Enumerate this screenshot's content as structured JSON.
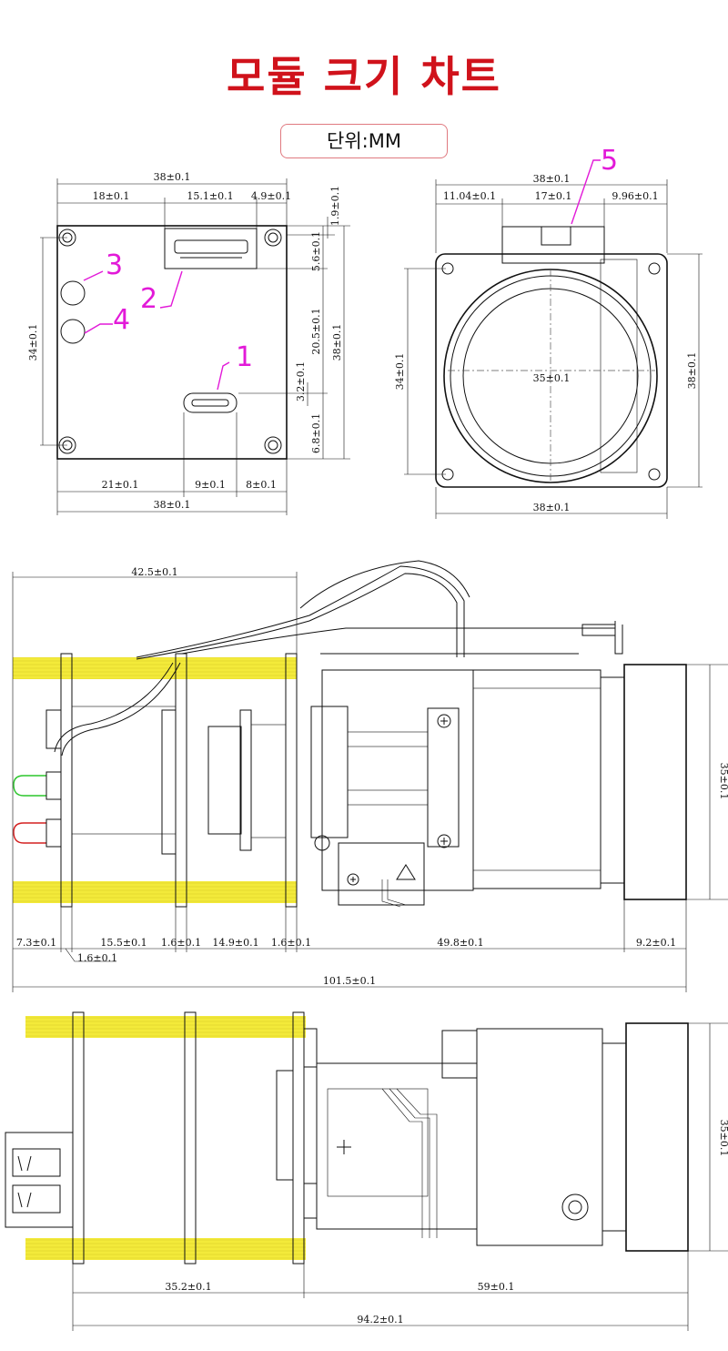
{
  "title": "모듈 크기 차트",
  "unit_label": "단위:MM",
  "callouts": {
    "c1": "1",
    "c2": "2",
    "c3": "3",
    "c4": "4",
    "c5": "5"
  },
  "rear_view": {
    "top_width": "38±0.1",
    "seg_18": "18±0.1",
    "seg_15_1": "15.1±0.1",
    "seg_4_9": "4.9±0.1",
    "right_1_9": "1.9±0.1",
    "right_5_6": "5.6±0.1",
    "right_20_5": "20.5±0.1",
    "right_38": "38±0.1",
    "right_3_2": "3.2±0.1",
    "right_6_8": "6.8±0.1",
    "left_34": "34±0.1",
    "bot_21": "21±0.1",
    "bot_9": "9±0.1",
    "bot_8": "8±0.1",
    "bottom_width": "38±0.1"
  },
  "front_view": {
    "top_width": "38±0.1",
    "seg_11_04": "11.04±0.1",
    "seg_17": "17±0.1",
    "seg_9_96": "9.96±0.1",
    "left_34": "34±0.1",
    "right_38": "38±0.1",
    "lens_35": "35±0.1",
    "bottom_width": "38±0.1"
  },
  "side_view": {
    "top_42_5": "42.5±0.1",
    "right_35": "35±0.1",
    "seg_7_3": "7.3±0.1",
    "seg_1_6a": "1.6±0.1",
    "seg_15_5": "15.5±0.1",
    "seg_1_6b": "1.6±0.1",
    "seg_14_9": "14.9±0.1",
    "seg_1_6c": "1.6±0.1",
    "seg_49_8": "49.8±0.1",
    "seg_9_2": "9.2±0.1",
    "total": "101.5±0.1"
  },
  "top_view": {
    "right_35": "35±0.1",
    "seg_35_2": "35.2±0.1",
    "seg_59": "59±0.1",
    "total": "94.2±0.1"
  },
  "colors": {
    "title": "#d0121b",
    "callout": "#e21ad8",
    "board": "#f3ea3a",
    "led_green": "#2bc52b",
    "led_red": "#d42020"
  }
}
